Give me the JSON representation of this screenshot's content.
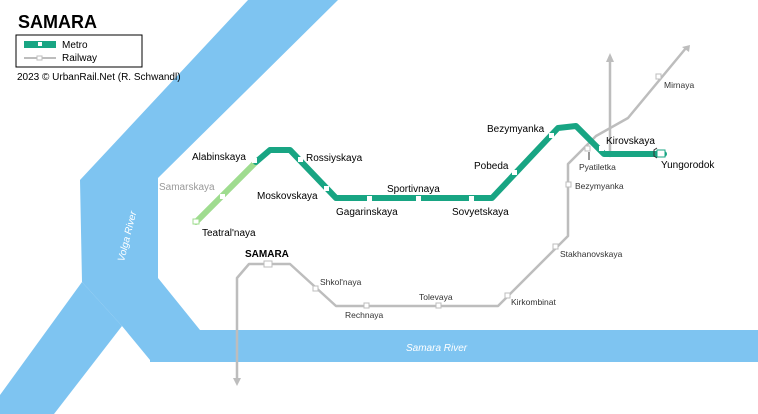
{
  "title": "SAMARA",
  "credit": "2023 © UrbanRail.Net (R. Schwandl)",
  "legend": {
    "metro": "Metro",
    "railway": "Railway"
  },
  "colors": {
    "water": "#7ec4f1",
    "metro": "#18a583",
    "metro_planned": "#9fdc8f",
    "railway": "#bdbdbd"
  },
  "water": {
    "volga": "Volga River",
    "samara": "Samara River"
  },
  "metro_stations": {
    "alabinskaya": "Alabinskaya",
    "rossiyskaya": "Rossiyskaya",
    "moskovskaya": "Moskovskaya",
    "gagarinskaya": "Gagarinskaya",
    "sportivnaya": "Sportivnaya",
    "sovyetskaya": "Sovyetskaya",
    "pobeda": "Pobeda",
    "bezymyanka": "Bezymyanka",
    "kirovskaya": "Kirovskaya",
    "yungorodok": "Yungorodok",
    "samarskaya": "Samarskaya",
    "teatralnaya": "Teatral'naya"
  },
  "rail_stations": {
    "samara": "SAMARA",
    "shkolnaya": "Shkol'naya",
    "rechnaya": "Rechnaya",
    "tolevaya": "Tolevaya",
    "kirkombinat": "Kirkombinat",
    "stakhanovskaya": "Stakhanovskaya",
    "bezymyanka": "Bezymyanka",
    "pyatiletka": "Pyatiletka",
    "mirnaya": "Mirnaya"
  }
}
